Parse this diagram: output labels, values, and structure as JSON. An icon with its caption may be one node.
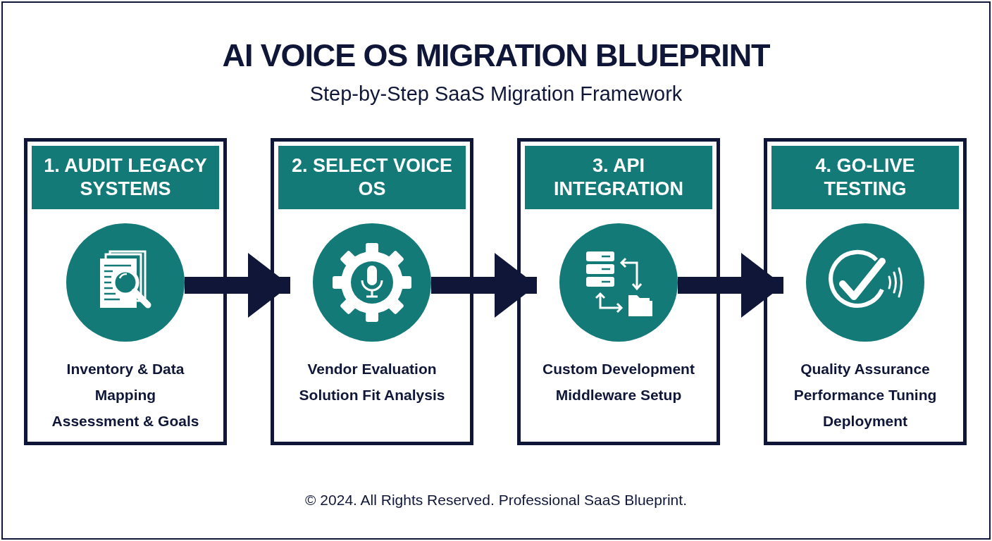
{
  "diagram": {
    "title": "AI VOICE OS MIGRATION BLUEPRINT",
    "nodes": [
      {
        "text": [
          "1. AUDIT LEGACY SYSTEMS",
          "Inventory & Data Mapping",
          "Assessment & Goals"
        ]
      },
      {
        "text": [],
        "shape": "circle",
        "in": 0
      },
      {
        "text": [
          "2. SELECT VOICE OS",
          "Vendor Evaluation",
          "Solution Fit Analysis"
        ]
      },
      {
        "text": [],
        "shape": "circle",
        "in": 2
      },
      {
        "text": [
          "3. API INTEGRATION",
          "Custom Development",
          "Middleware Setup"
        ]
      },
      {
        "text": [],
        "shape": "circle",
        "in": 4
      },
      {
        "text": [
          "4. GO-LIVE TESTING",
          "Quality Assurance",
          "Performance Tuning",
          "Deployment"
        ]
      },
      {
        "text": [],
        "shape": "circle",
        "in": 6
      }
    ],
    "edges": [
      {
        "from": 1,
        "to": 2,
        "arrow": "to"
      },
      {
        "from": 3,
        "to": 4,
        "arrow": "to"
      },
      {
        "from": 5,
        "to": 6,
        "arrow": "to"
      }
    ],
    "labels": [
      "Step-by-Step SaaS Migration Framework",
      "© 2024. All Rights Reserved. Professional SaaS Blueprint."
    ]
  }
}
